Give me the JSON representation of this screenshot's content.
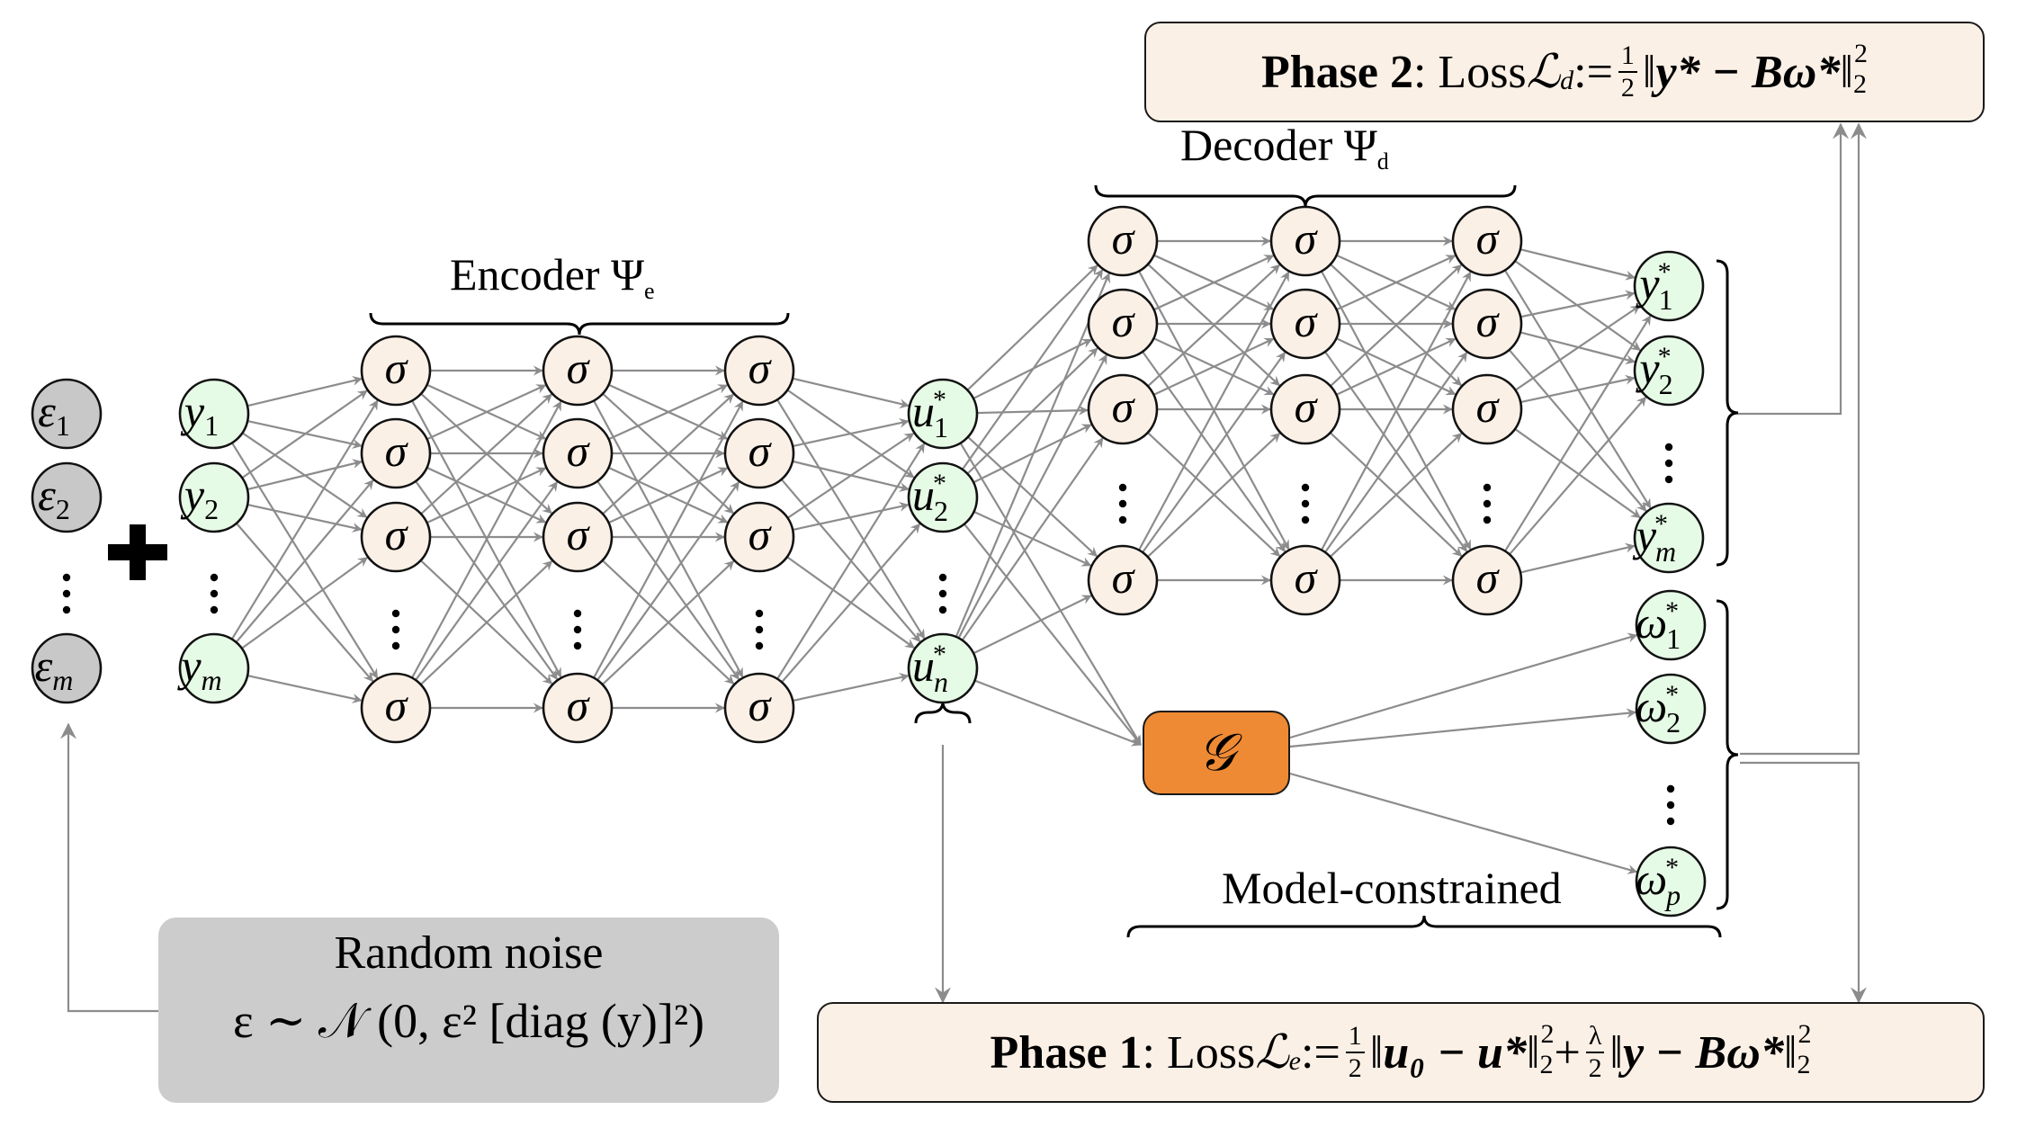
{
  "colors": {
    "noise_node_fill": "#c8c8c8",
    "io_node_fill": "#e6fbe6",
    "hidden_node_fill": "#fbf0e6",
    "model_box_fill": "#ef8a34",
    "phase_box_fill": "#fbf0e6",
    "noise_box_fill": "#cccccc",
    "edge_color": "#8c8c8c"
  },
  "noise_nodes": [
    {
      "symbol": "ε",
      "index": "1"
    },
    {
      "symbol": "ε",
      "index": "2"
    },
    {
      "symbol": "ε",
      "index": "m"
    }
  ],
  "input_nodes": [
    {
      "symbol": "y",
      "index": "1"
    },
    {
      "symbol": "y",
      "index": "2"
    },
    {
      "symbol": "y",
      "index": "m"
    }
  ],
  "hidden_symbol": "σ",
  "latent_nodes": [
    {
      "symbol": "u",
      "sup": "*",
      "index": "1"
    },
    {
      "symbol": "u",
      "sup": "*",
      "index": "2"
    },
    {
      "symbol": "u",
      "sup": "*",
      "index": "n"
    }
  ],
  "output_y_nodes": [
    {
      "symbol": "y",
      "sup": "*",
      "index": "1"
    },
    {
      "symbol": "y",
      "sup": "*",
      "index": "2"
    },
    {
      "symbol": "y",
      "sup": "*",
      "index": "m"
    }
  ],
  "output_w_nodes": [
    {
      "symbol": "ω",
      "sup": "*",
      "index": "1"
    },
    {
      "symbol": "ω",
      "sup": "*",
      "index": "2"
    },
    {
      "symbol": "ω",
      "sup": "*",
      "index": "p"
    }
  ],
  "plus_sign": "+",
  "ellipsis": "⋮",
  "labels": {
    "encoder": "Encoder Ψ",
    "encoder_sub": "e",
    "decoder": "Decoder Ψ",
    "decoder_sub": "d",
    "model_constrained": "Model-constrained",
    "model_operator": "𝒢"
  },
  "noise_box": {
    "title": "Random noise",
    "formula": "ε ∼ 𝒩 (0, ε² [diag (y)]²)"
  },
  "phase1": {
    "title": "Phase 1",
    "text": ": Loss ",
    "loss_symbol": "ℒ",
    "loss_sub": "e",
    "assign": " := ",
    "frac1_num": "1",
    "frac1_den": "2",
    "term1": "u₀ − u*",
    "plus": " + ",
    "frac2_num": "λ",
    "frac2_den": "2",
    "term2": "y − Bω*",
    "norm_sub": "2",
    "norm_sup": "2"
  },
  "phase2": {
    "title": "Phase 2",
    "text": ": Loss ",
    "loss_symbol": "ℒ",
    "loss_sub": "d",
    "assign": " := ",
    "frac_num": "1",
    "frac_den": "2",
    "term": "y* − Bω*",
    "norm_sub": "2",
    "norm_sup": "2"
  }
}
